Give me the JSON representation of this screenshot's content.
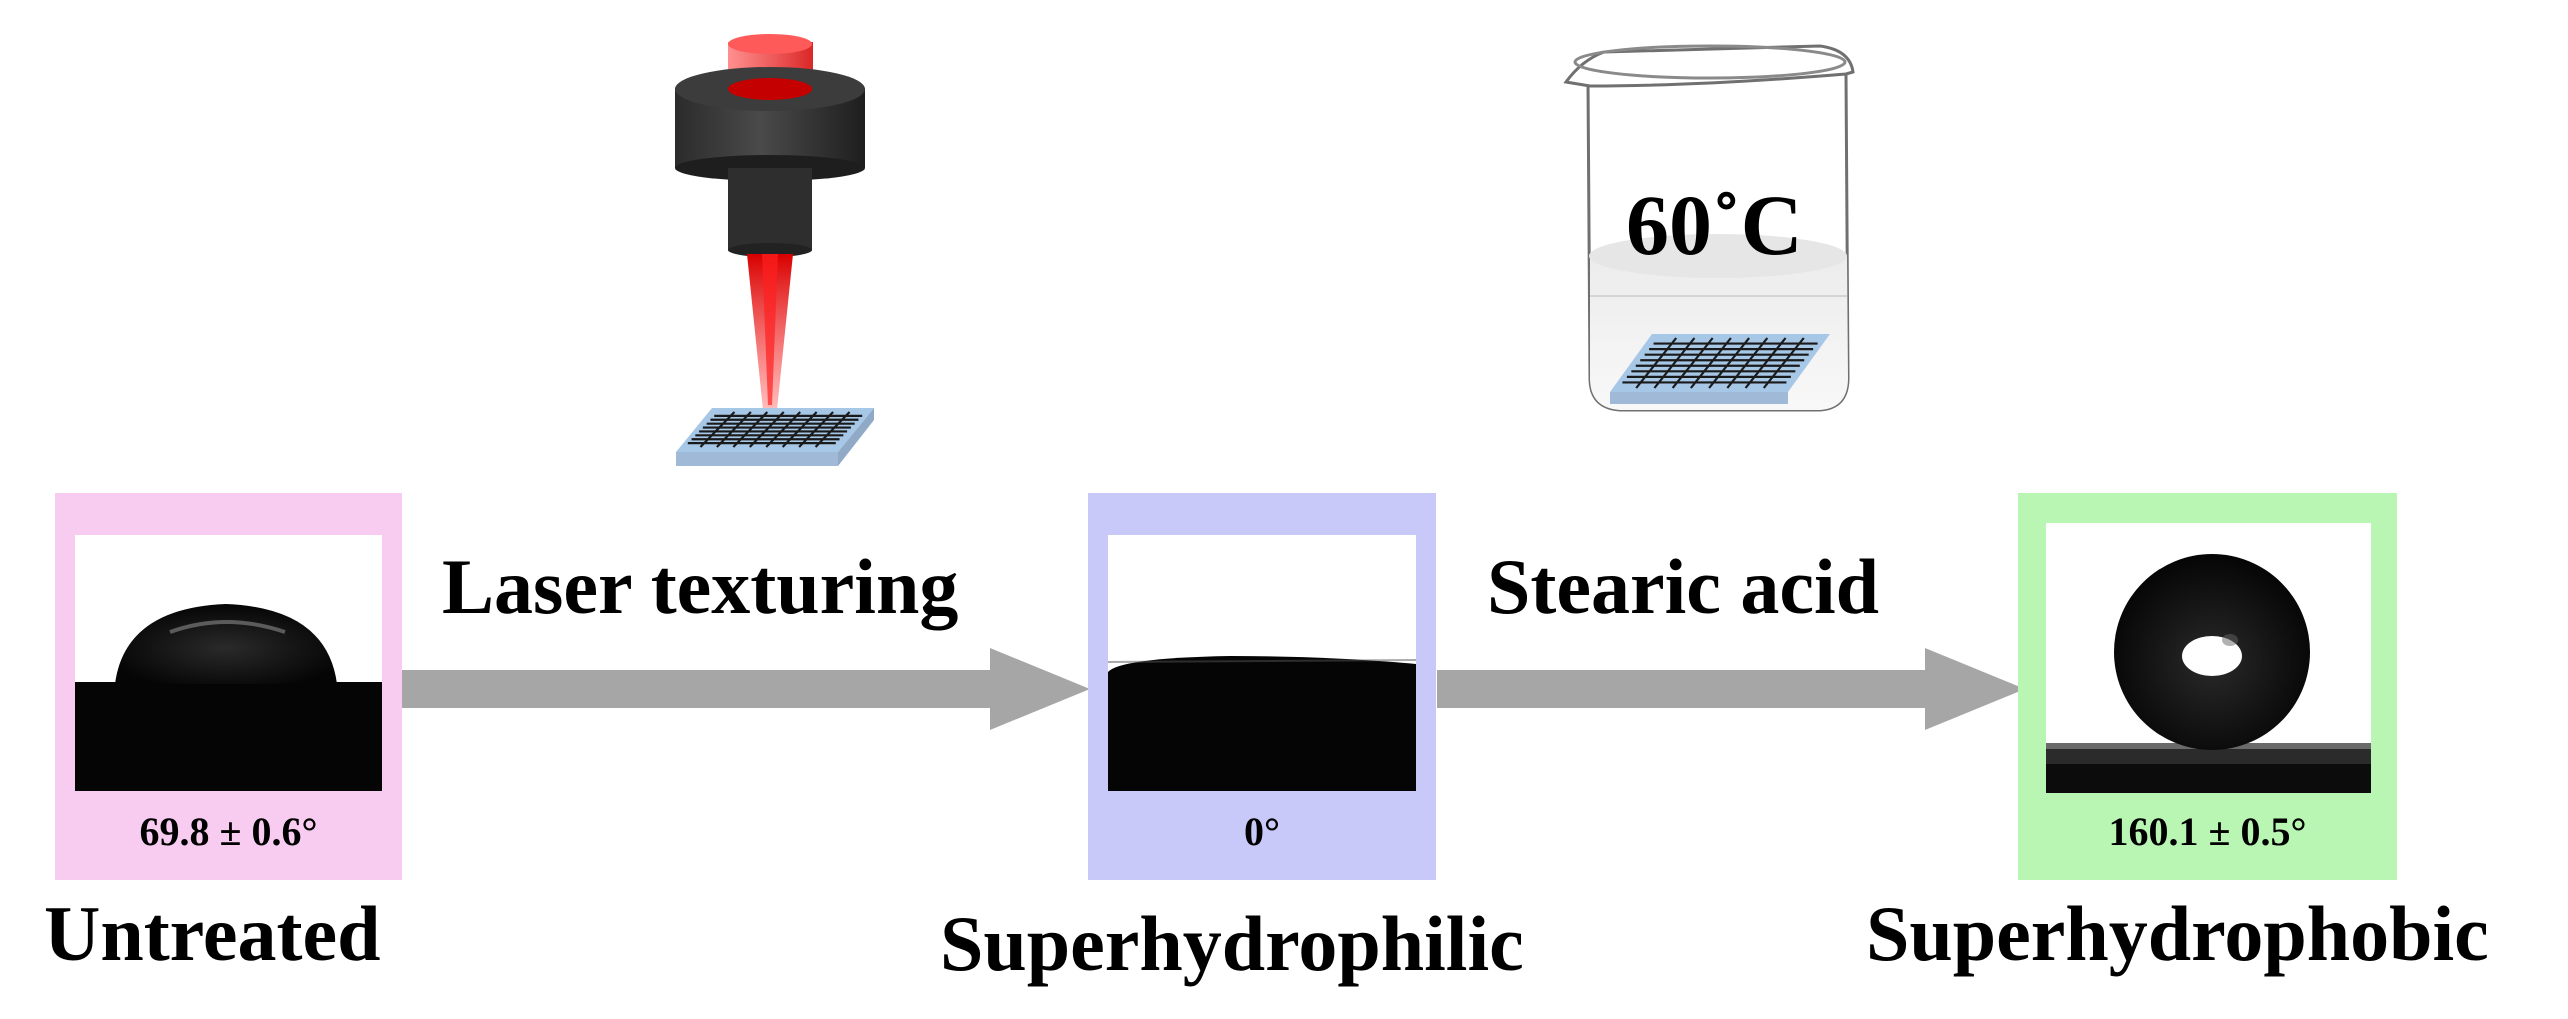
{
  "processes": [
    {
      "label": "Laser texturing"
    },
    {
      "label": "Stearic acid"
    }
  ],
  "beaker": {
    "temperature": "60˚C"
  },
  "states": [
    {
      "name": "Untreated",
      "contact_angle": "69.8 ± 0.6°",
      "frame_color": "#f7ccf0"
    },
    {
      "name": "Superhydrophilic",
      "contact_angle": "0°",
      "frame_color": "#c9c9f9"
    },
    {
      "name": "Superhydrophobic",
      "contact_angle": "160.1 ± 0.5°",
      "frame_color": "#b9f5b3"
    }
  ],
  "colors": {
    "arrow": "#a6a6a6",
    "laser": "#e10f0f",
    "substrate": "#a7c7e7"
  }
}
